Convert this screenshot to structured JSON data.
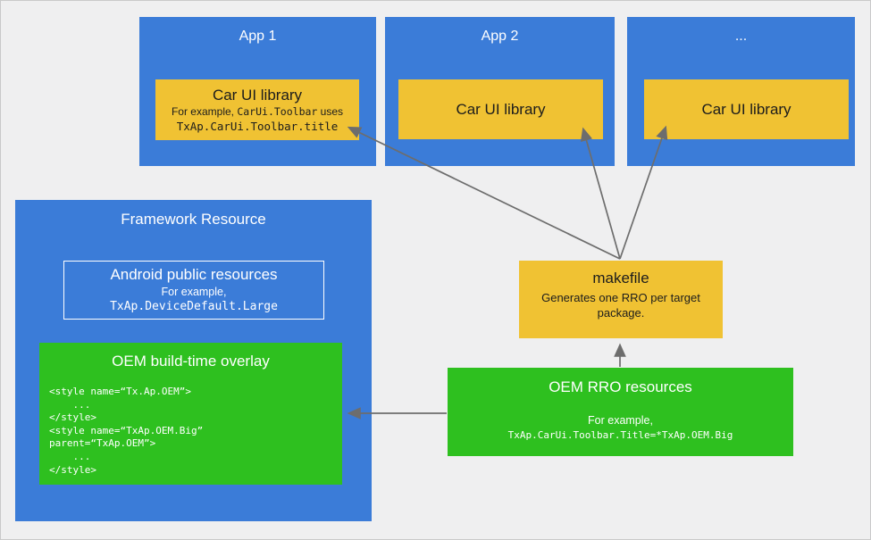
{
  "colors": {
    "background": "#efeff0",
    "border": "#c9c9c9",
    "blue": "#3b7cd8",
    "yellow": "#f0c233",
    "green": "#2ec01f",
    "arrow": "#6d6d6d"
  },
  "apps": [
    {
      "title": "App 1",
      "library": {
        "title": "Car UI library",
        "note_prefix": "For example, ",
        "note_code": "CarUi.Toolbar",
        "note_suffix": " uses",
        "code": "TxAp.CarUi.Toolbar.title"
      }
    },
    {
      "title": "App 2",
      "library": {
        "title": "Car UI library"
      }
    },
    {
      "title": "...",
      "library": {
        "title": "Car UI library"
      }
    }
  ],
  "framework": {
    "title": "Framework Resource",
    "public_resources": {
      "title": "Android public resources",
      "example_label": "For example,",
      "example_code": "TxAp.DeviceDefault.Large"
    },
    "overlay": {
      "title": "OEM build-time overlay",
      "code_lines": [
        "<style name=“Tx.Ap.OEM”>",
        "    ...",
        "</style>",
        "<style name=“TxAp.OEM.Big”",
        "parent=“TxAp.OEM”>",
        "    ...",
        "</style>"
      ]
    }
  },
  "makefile": {
    "title": "makefile",
    "description": "Generates one RRO per target package."
  },
  "oem_rro": {
    "title": "OEM RRO resources",
    "example_label": "For example,",
    "example_code": "TxAp.CarUi.Toolbar.Title=*TxAp.OEM.Big"
  }
}
